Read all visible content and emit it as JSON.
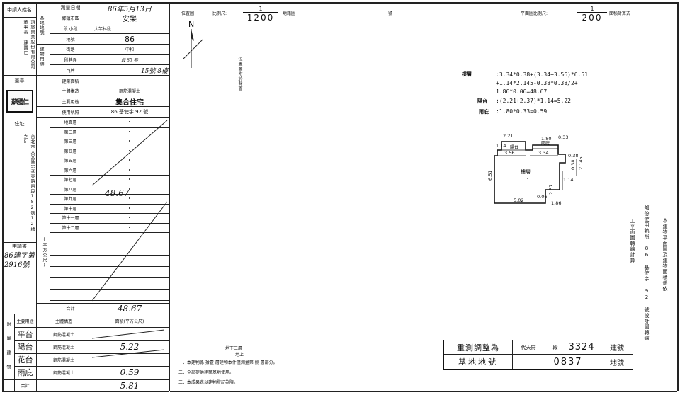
{
  "left_table": {
    "applicant_label": "申請人姓名",
    "applicant_name": "頂旅興業股份有限公司 董事長 蘇國仁",
    "seal_label": "蓋章",
    "seal_text": "蘇國仁",
    "address_label": "住址",
    "address": "台北市大安區忠孝東路四段182號12樓之5",
    "application_no_label": "申請書",
    "application_no": "86建字第2916號",
    "survey_date_label": "測量日期",
    "survey_date": "86年5月13日",
    "township_label": "鄉鎮市區",
    "township": "安樂",
    "land_location_label": "基地地號",
    "section_label": "段 小段",
    "section_value": "大竿林段",
    "lot_label": "地號",
    "lot_value": "86",
    "building_label": "建物門牌",
    "street_label": "街路",
    "street_value": "中和",
    "lane_label": "段巷弄",
    "lane_value": "段 85 巷",
    "number_label": "門牌",
    "number_value": "15號 8樓",
    "structure_label": "主體構造",
    "structure_value": "鋼筋混凝土",
    "use_label": "主要用途",
    "use_value": "集合住宅",
    "license_label": "使用執照",
    "license_value": "86 基使字 92 號",
    "floors_label": "建築面積",
    "floors": [
      "地面層",
      "第二層",
      "第三層",
      "第四層",
      "第五層",
      "第六層",
      "第七層",
      "第八層",
      "第九層",
      "第十層",
      "第十一層",
      "第十二層"
    ],
    "floor8_area": "48.67",
    "total_label": "合計",
    "total_value": "48.67",
    "unit_label": "(平方公尺)",
    "attach_header_use": "主要用途",
    "attach_header_struct": "主體構造",
    "attach_header_area": "面積(平方公尺)",
    "attach_label": "附屬建物",
    "attach_rows": [
      {
        "use": "平台",
        "struct": "鋼筋混凝土",
        "area": ""
      },
      {
        "use": "陽台",
        "struct": "鋼筋混凝土",
        "area": "5.22"
      },
      {
        "use": "花台",
        "struct": "鋼筋混凝土",
        "area": ""
      },
      {
        "use": "雨庇",
        "struct": "鋼筋混凝土",
        "area": "0.59"
      }
    ],
    "attach_total_label": "合計",
    "attach_total": "5.81"
  },
  "header": {
    "location_map": "位置圖",
    "scale_label": "比例尺:",
    "location_scale": "1/1200",
    "land_map": "地籍圖",
    "hao": "號",
    "plan_label": "平面圖比例尺:",
    "plan_scale": "1/200",
    "area_calc": "面積計算式"
  },
  "location_note": "位置圖附於背面",
  "calc": {
    "floor_label": "樓層",
    "floor_formula": ":3.34*0.38+(3.34+3.56)*6.51 +1.14*2.145-0.38*0.38/2+ 1.86*0.06=48.67",
    "balcony_label": "陽台",
    "balcony_formula": ":(2.21+2.37)*1.14=5.22",
    "canopy_label": "雨庇",
    "canopy_formula": ":1.80*0.33=0.59"
  },
  "plan": {
    "floor_label": "樓層",
    "balcony_label": "陽台",
    "canopy_label": "雨庇",
    "dims": [
      "2.21",
      "1.14",
      "3.56",
      "1.80",
      "0.33",
      "3.34",
      "0.38",
      "0.38",
      "2.145",
      "6.51",
      "1.14",
      "2.37",
      "0.06",
      "5.02",
      "1.86"
    ]
  },
  "right_notes": {
    "col1": "本建物平面圖及建物面積係依",
    "col2": "部份使用執照 86 基使字 92 號設計圖轉繪",
    "col3": "工平面圖轉繪計算"
  },
  "footer": {
    "underground": "地下三層",
    "above": "地上",
    "note1": "一、本建物係 拾壹 層建物本件僅測量第 捌 層部分。",
    "note2": "二、全部提供建築基地使用。",
    "note3": "三、本成果表以建物登記為限。"
  },
  "registry": {
    "resurvey_label": "重測調整為",
    "district": "代天府",
    "section_label": "段",
    "building_no": "3324",
    "building_label": "建號",
    "base_label": "基地地號",
    "base_no": "0837",
    "lot_label": "地號"
  }
}
